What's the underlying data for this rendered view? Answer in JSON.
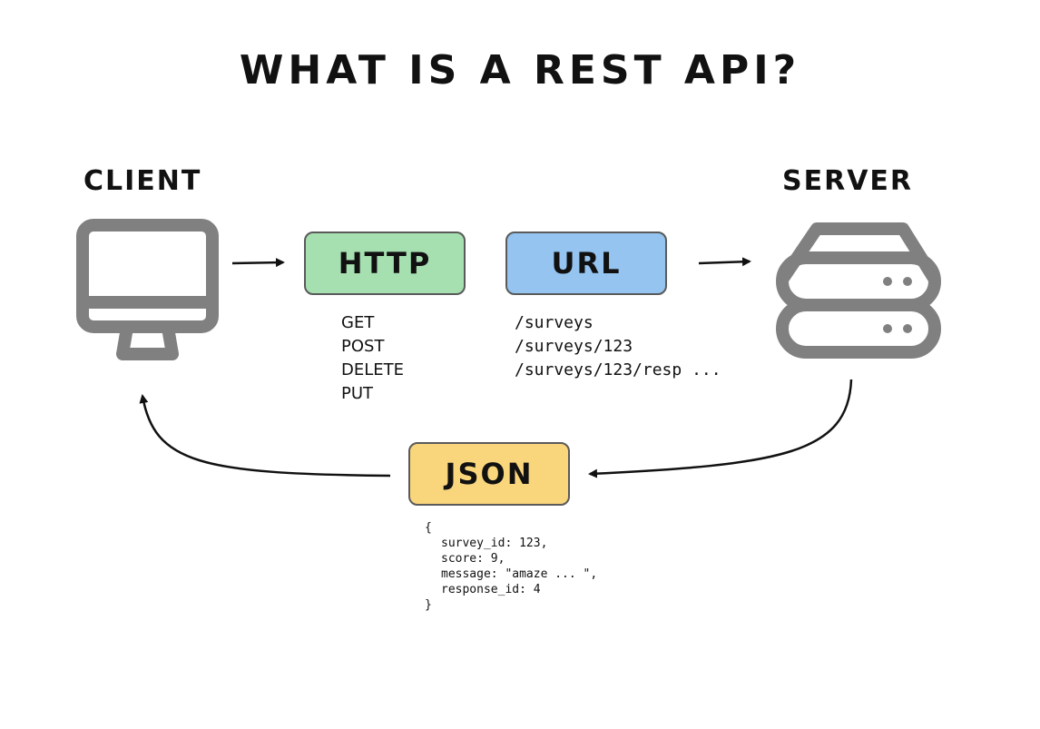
{
  "title": "WHAT IS A REST API?",
  "client": {
    "label": "CLIENT",
    "icon": "monitor-icon"
  },
  "server": {
    "label": "SERVER",
    "icon": "server-icon"
  },
  "http": {
    "label": "HTTP",
    "color": "#a6e0b0",
    "methods": [
      "GET",
      "POST",
      "DELETE",
      "PUT"
    ]
  },
  "url": {
    "label": "URL",
    "color": "#94c4ef",
    "paths": [
      "/surveys",
      "/surveys/123",
      "/surveys/123/resp ..."
    ]
  },
  "json": {
    "label": "JSON",
    "color": "#f9d67c",
    "code": {
      "open": "{",
      "lines": [
        "survey_id: 123,",
        "score: 9,",
        "message: \"amaze ... \",",
        "response_id: 4"
      ],
      "close": "}"
    }
  }
}
